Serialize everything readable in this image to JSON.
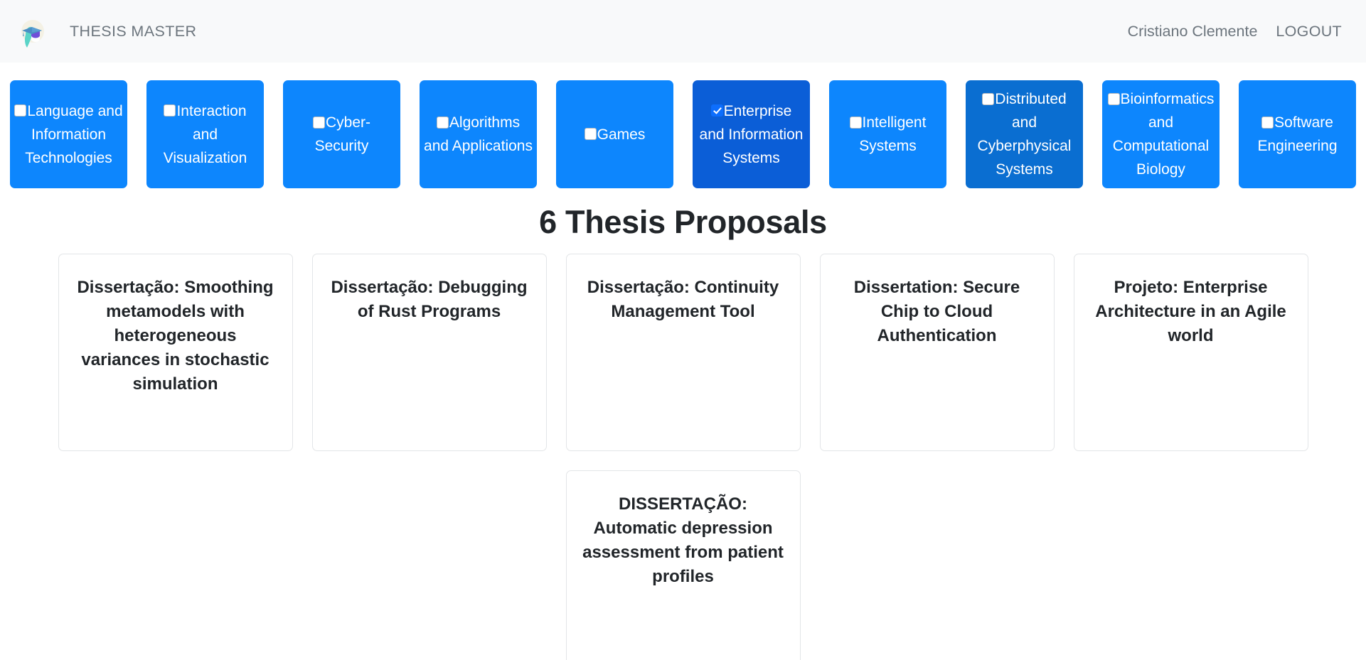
{
  "header": {
    "logo_icon": "graduation-cap-logo",
    "brand_title": "THESIS MASTER",
    "user_name": "Cristiano Clemente",
    "logout_label": "LOGOUT",
    "background": "#f8f9fa",
    "text_color": "#6c757d"
  },
  "filters": {
    "accent": "#0d86fd",
    "accent_selected": "#0b5ed7",
    "checkbox_checked_color": "#0d6efd",
    "items": [
      {
        "label": "Language and Information Technologies",
        "checked": false,
        "state": "default"
      },
      {
        "label": "Interaction and Visualization",
        "checked": false,
        "state": "default"
      },
      {
        "label": "Cyber-Security",
        "checked": false,
        "state": "default"
      },
      {
        "label": "Algorithms and Applications",
        "checked": false,
        "state": "default"
      },
      {
        "label": "Games",
        "checked": false,
        "state": "default"
      },
      {
        "label": "Enterprise and Information Systems",
        "checked": true,
        "state": "selected"
      },
      {
        "label": "Intelligent Systems",
        "checked": false,
        "state": "default"
      },
      {
        "label": "Distributed and Cyberphysical Systems",
        "checked": false,
        "state": "shaded"
      },
      {
        "label": "Bioinformatics and Computational Biology",
        "checked": false,
        "state": "default"
      },
      {
        "label": "Software Engineering",
        "checked": false,
        "state": "default"
      }
    ]
  },
  "main": {
    "title": "6 Thesis Proposals",
    "proposal_count": 6,
    "proposals": [
      {
        "title": "Dissertação: Smoothing metamodels with heterogeneous variances in stochastic simulation"
      },
      {
        "title": "Dissertação: Debugging of Rust Programs"
      },
      {
        "title": "Dissertação: Continuity Management Tool"
      },
      {
        "title": "Dissertation: Secure Chip to Cloud Authentication"
      },
      {
        "title": "Projeto: Enterprise Architecture in an Agile world"
      },
      {
        "title": "DISSERTAÇÃO: Automatic depression assessment from patient profiles"
      }
    ]
  }
}
